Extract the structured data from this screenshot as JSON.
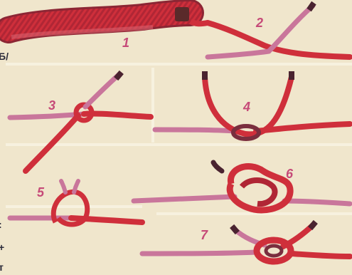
{
  "steps": [
    {
      "id": "1",
      "label": "1"
    },
    {
      "id": "2",
      "label": "2"
    },
    {
      "id": "3",
      "label": "3"
    },
    {
      "id": "4",
      "label": "4"
    },
    {
      "id": "5",
      "label": "5"
    },
    {
      "id": "6",
      "label": "6"
    },
    {
      "id": "7",
      "label": "7"
    }
  ],
  "edge_text": {
    "a": "Б/",
    "b": ":",
    "c": "+",
    "d": "т"
  },
  "colors": {
    "paper": "#f0e6cc",
    "rope_red": "#cf2f3b",
    "rope_pink": "#c9769b",
    "rope_dark": "#7a2e3e",
    "label": "#c64a78",
    "divider": "#f7f1df"
  }
}
